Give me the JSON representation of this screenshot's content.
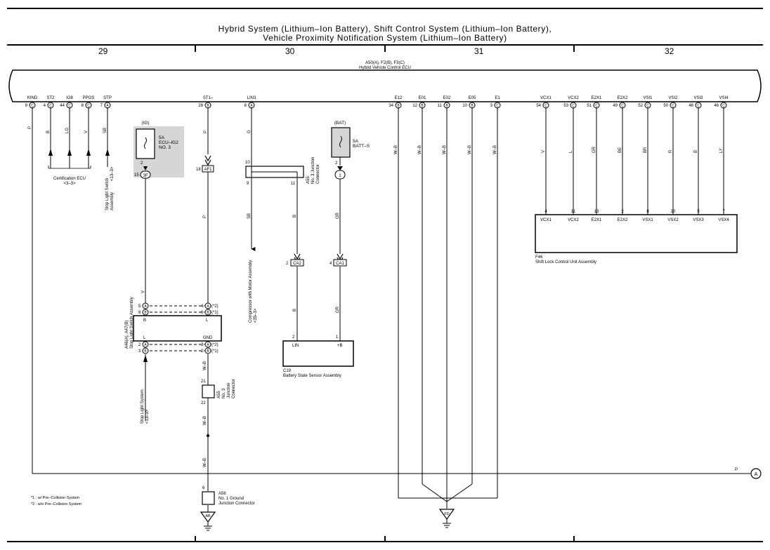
{
  "title": {
    "line1": "Hybrid System (Lithium–Ion Battery),  Shift Control System (Lithium–Ion Battery),",
    "line2": "Vehicle Proximity Notification System (Lithium–Ion Battery)"
  },
  "sections": [
    "29",
    "30",
    "31",
    "32"
  ],
  "ecu": {
    "ref": "A50(A), F2(B), F3(C)",
    "name": "Hybrid Vehicle Control ECU"
  },
  "ecu_pins": [
    {
      "label": "KIND",
      "pin": "9",
      "conn": "C",
      "wire": "P"
    },
    {
      "label": "ST2",
      "pin": "4",
      "conn": "C",
      "wire": "B"
    },
    {
      "label": "IG8",
      "pin": "44",
      "conn": "C",
      "wire": "LG"
    },
    {
      "label": "PPOS",
      "pin": "6",
      "conn": "C",
      "wire": "V"
    },
    {
      "label": "STP",
      "pin": "7",
      "conn": "A",
      "wire": "SB"
    },
    {
      "label": "ST1–",
      "pin": "28",
      "conn": "B",
      "wire": "P"
    },
    {
      "label": "LIN3",
      "pin": "8",
      "conn": "A",
      "wire": "G"
    },
    {
      "label": "E12",
      "pin": "34",
      "conn": "B",
      "wire": "W–B"
    },
    {
      "label": "E01",
      "pin": "12",
      "conn": "B",
      "wire": "W–B"
    },
    {
      "label": "E02",
      "pin": "11",
      "conn": "B",
      "wire": "W–B"
    },
    {
      "label": "E05",
      "pin": "10",
      "conn": "B",
      "wire": "W–B"
    },
    {
      "label": "E1",
      "pin": "3",
      "conn": "C",
      "wire": "W–B"
    },
    {
      "label": "VCX1",
      "pin": "54",
      "conn": "C",
      "wire": "V"
    },
    {
      "label": "VCX2",
      "pin": "53",
      "conn": "C",
      "wire": "L"
    },
    {
      "label": "E2X1",
      "pin": "51",
      "conn": "C",
      "wire": "GR"
    },
    {
      "label": "E2X2",
      "pin": "49",
      "conn": "C",
      "wire": "BE"
    },
    {
      "label": "VSI1",
      "pin": "52",
      "conn": "C",
      "wire": "BR"
    },
    {
      "label": "VSI2",
      "pin": "50",
      "conn": "C",
      "wire": "R"
    },
    {
      "label": "VSI3",
      "pin": "48",
      "conn": "C",
      "wire": "B"
    },
    {
      "label": "VSI4",
      "pin": "46",
      "conn": "C",
      "wire": "LY"
    }
  ],
  "certification": {
    "name": "Certification ECU",
    "ref": "<3–3>"
  },
  "stop_light_switch_ref": {
    "name": "Stop Light Switch",
    "name2": "Assembly",
    "ref": "<13–3>"
  },
  "fuse_ig": {
    "source": "(IG)",
    "rating": "5A",
    "name1": "ECU–IG2",
    "name2": "NO. 3",
    "pin_top": "2",
    "pin_bot": "15",
    "conn": "3F"
  },
  "fuse_bat": {
    "source": "(BAT)",
    "rating": "5A",
    "name": "BATT–S",
    "pin_top": "2",
    "pin_bot": "1"
  },
  "af1": {
    "pin": "18",
    "conn": "AF1",
    "wire_below": "P"
  },
  "junction_a55": {
    "ref": "A55",
    "line1": "No. 3 Junction",
    "line2": "Connector",
    "pin_in": "10",
    "pin_out_l": "9",
    "pin_out_r": "11",
    "wire_l": "SB",
    "wire_r": "B",
    "wire_bat": "GR"
  },
  "compressor": {
    "name": "Compressor with Motor Assembly",
    "ref": "<35–3>"
  },
  "ca2": {
    "pin": "2",
    "conn": "CA2",
    "wire": "B"
  },
  "ca1": {
    "pin": "4",
    "conn": "CA1",
    "wire": "GR"
  },
  "battery_sensor": {
    "ref": "C19",
    "name": "Battery State Sensor Assembly",
    "lin_pin": "2",
    "b_pin": "1",
    "lin_label": "LIN",
    "b_label": "+B"
  },
  "stop_light": {
    "ref": "A46(A), A47(B)",
    "name": "Stop Light Switch Assembly",
    "wire_v": "V",
    "pin_b_top": "5",
    "pin_b_bot": "8",
    "pin_l_top": "4",
    "pin_l_bot": "6",
    "label_b": "B",
    "label_l_top": "L",
    "label_l_bot": "L",
    "label_gnd": "GND",
    "pin_lb_top": "2",
    "pin_lb_bot": "3",
    "pin_g_top": "3",
    "pin_g_bot": "2",
    "conn_a": "A",
    "conn_b": "B",
    "note1": "(*2)",
    "note2": "(*1)"
  },
  "stop_light_system": {
    "name": "Stop Light System",
    "ref": "<13–3>"
  },
  "junction_a55b": {
    "ref": "A55",
    "line1": "No. 3",
    "line2": "Junction",
    "line3": "Connector",
    "pin_top": "21",
    "pin_bot": "22",
    "wire": "W–B"
  },
  "junction_a56": {
    "ref": "A56",
    "line1": "No. 1 Ground",
    "line2": "Junction Connector",
    "pin": "6",
    "wire": "W–B"
  },
  "ground_ab": "AB",
  "ground_fd": "FD",
  "shift_lock": {
    "ref": "F46",
    "name": "Shift Lock Control Unit Assembly",
    "pins": [
      {
        "pin": "4",
        "label": "VCX1"
      },
      {
        "pin": "11",
        "label": "VCX2"
      },
      {
        "pin": "13",
        "label": "E2X1"
      },
      {
        "pin": "2",
        "label": "E2X2"
      },
      {
        "pin": "8",
        "label": "VSX1"
      },
      {
        "pin": "10",
        "label": "VSX2"
      },
      {
        "pin": "5",
        "label": "VSX3"
      },
      {
        "pin": "7",
        "label": "VSX4"
      }
    ]
  },
  "kind_wire_end": "P",
  "connector_a": "A",
  "notes": [
    "*1 : w/ Pre–Collision System",
    "*2 : w/o Pre–Collision System"
  ]
}
